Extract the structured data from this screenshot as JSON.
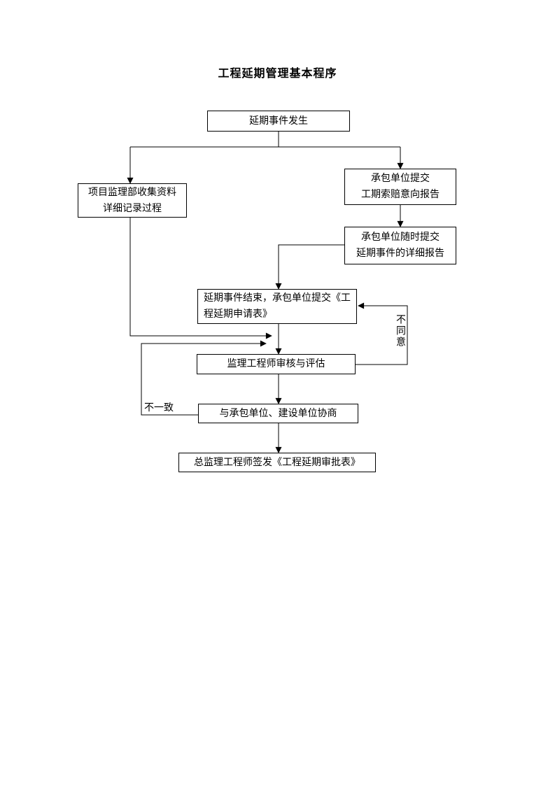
{
  "title": "工程延期管理基本程序",
  "diagram": {
    "nodes": {
      "start": {
        "lines": [
          "延期事件发生"
        ]
      },
      "collect": {
        "lines": [
          "项目监理部收集资料",
          "详细记录过程"
        ]
      },
      "intent": {
        "lines": [
          "承包单位提交",
          "工期索赔意向报告"
        ]
      },
      "detail": {
        "lines": [
          "承包单位随时提交",
          "延期事件的详细报告"
        ]
      },
      "apply": {
        "lines": [
          "延期事件结束，承包单位提交《工",
          "程延期申请表》"
        ]
      },
      "review": {
        "lines": [
          "监理工程师审核与评估"
        ]
      },
      "negotiate": {
        "lines": [
          "与承包单位、建设单位协商"
        ]
      },
      "issue": {
        "lines": [
          "总监理工程师签发《工程延期审批表》"
        ]
      }
    },
    "edge_labels": {
      "disagree": "不同意",
      "inconsistent": "不一致"
    },
    "colors": {
      "line": "#000000",
      "box_border": "#000000",
      "box_fill": "#ffffff",
      "text": "#000000"
    }
  }
}
